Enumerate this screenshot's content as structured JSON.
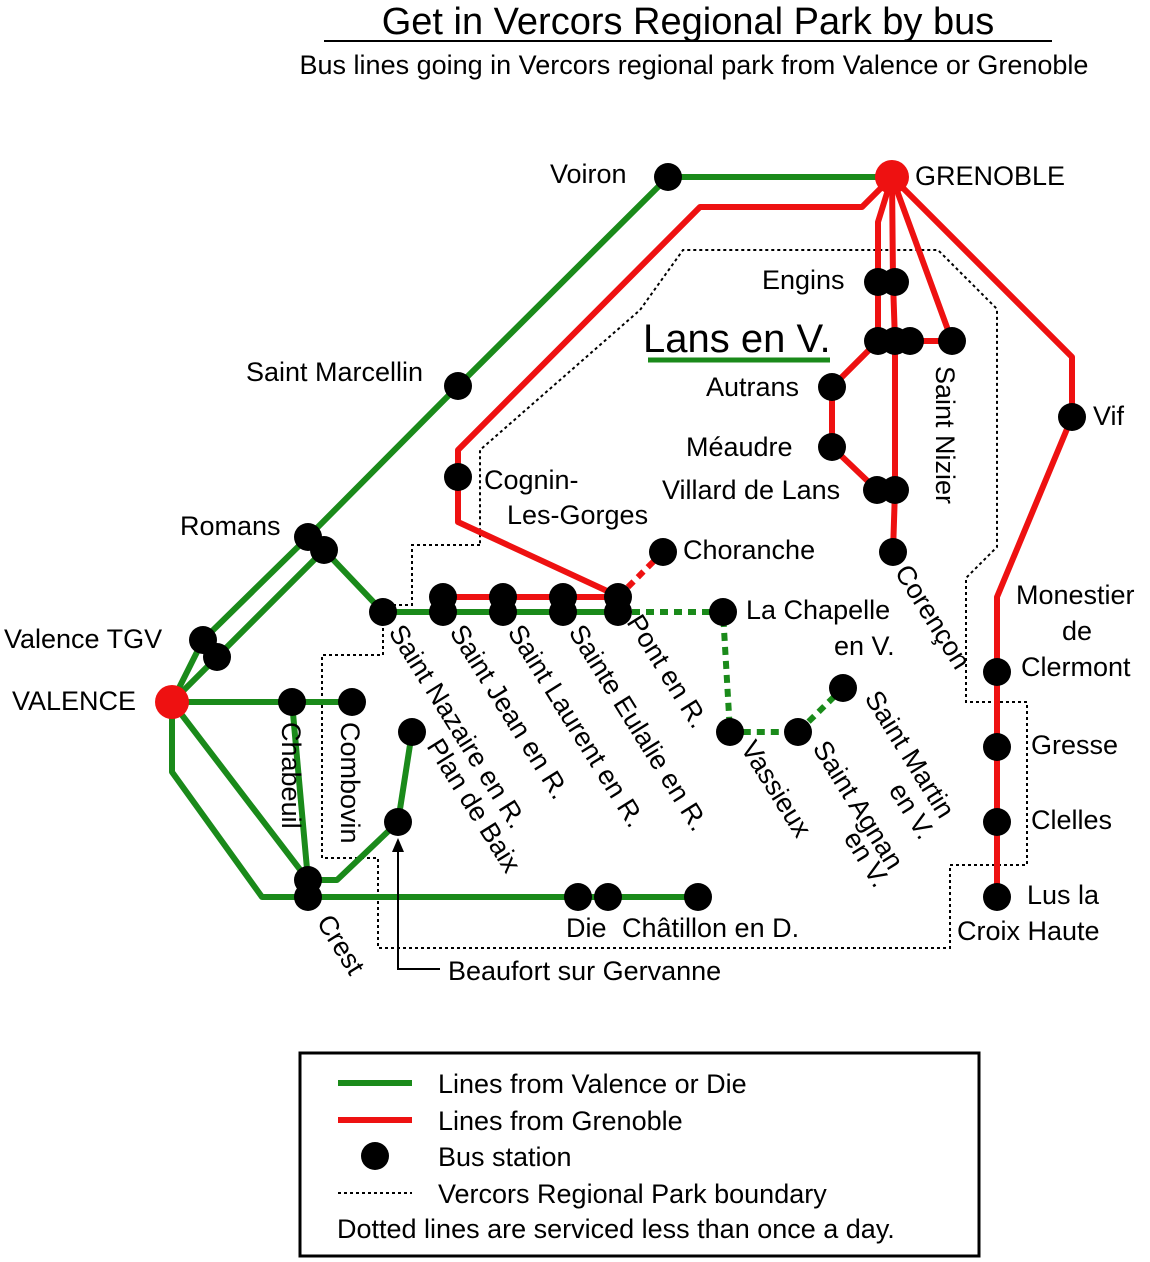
{
  "title": "Get in Vercors Regional Park by bus",
  "subtitle": "Bus lines going in Vercors regional park from Valence or Grenoble",
  "colors": {
    "valence_line": "#1a8a1a",
    "grenoble_line": "#ee1111",
    "hub": "#ee1111",
    "station": "#000000",
    "boundary": "#000000"
  },
  "stations": {
    "grenoble": "GRENOBLE",
    "valence": "VALENCE",
    "voiron": "Voiron",
    "saint_marcellin": "Saint Marcellin",
    "romans": "Romans",
    "valence_tgv": "Valence TGV",
    "engins": "Engins",
    "lans": "Lans en V.",
    "autrans": "Autrans",
    "meaudre": "Méaudre",
    "villard": "Villard de Lans",
    "saint_nizier": "Saint Nizier",
    "cognin_1": "Cognin-",
    "cognin_2": "Les-Gorges",
    "choranche": "Choranche",
    "la_chapelle_1": "La Chapelle",
    "la_chapelle_2": "en V.",
    "corencon": "Corençon",
    "vif": "Vif",
    "monestier_1": "Monestier",
    "monestier_2": "de",
    "monestier_3": "Clermont",
    "gresse": "Gresse",
    "clelles": "Clelles",
    "lus_1": "Lus la",
    "lus_2": "Croix Haute",
    "saint_nazaire": "Saint Nazaire en R.",
    "saint_jean": "Saint Jean en R.",
    "saint_laurent": "Saint Laurent en R.",
    "sainte_eulalie": "Sainte Eulalie en R.",
    "pont": "Pont en R.",
    "vassieux": "Vassieux",
    "saint_agnan_1": "Saint Agnan",
    "saint_agnan_2": "en V.",
    "saint_martin_1": "Saint Martin",
    "saint_martin_2": "en V.",
    "chabeuil": "Chabeuil",
    "combovin": "Combovin",
    "plan_de_baix": "Plan de Baix",
    "crest": "Crest",
    "die": "Die",
    "chatillon": "Châtillon en D.",
    "beaufort": "Beaufort sur Gervanne"
  },
  "legend": {
    "valence_lines": "Lines from Valence or Die",
    "grenoble_lines": "Lines from Grenoble",
    "bus_station": "Bus station",
    "boundary": "Vercors Regional Park boundary",
    "dotted_note": "Dotted lines are serviced less than once a day."
  }
}
